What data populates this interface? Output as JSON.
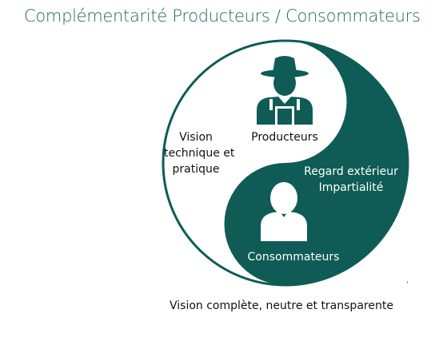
{
  "title": "Complémentarité Producteurs / Consommateurs",
  "yin_yang": {
    "left_text": [
      "Vision",
      "technique et",
      "pratique"
    ],
    "producteurs_label": "Producteurs",
    "right_text": [
      "Regard extérieur",
      "Impartialité"
    ],
    "consommateurs_label": "Consommateurs"
  },
  "caption": "Vision complète, neutre et transparente",
  "colors": {
    "accent": "#0e5c55",
    "title": "#1e6a5e",
    "white": "#ffffff"
  },
  "icons": [
    "farmer-icon",
    "person-icon"
  ]
}
